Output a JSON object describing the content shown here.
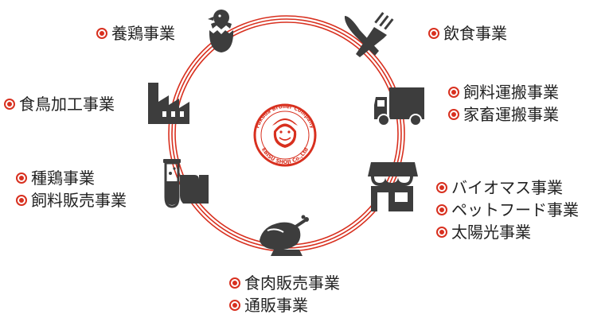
{
  "colors": {
    "accent": "#d8301f",
    "icon": "#3d3d3d"
  },
  "logo": {
    "text_top": "Fukuda Broiler Company",
    "text_bottom": "EBISU SHOJI Co.,Ltd"
  },
  "businesses": {
    "poultry": "養鶏事業",
    "restaurant": "飲食事業",
    "processing": "食鳥加工事業",
    "feed_transport": "飼料運搬事業",
    "livestock_transport": "家畜運搬事業",
    "breeding": "種鶏事業",
    "feed_sales": "飼料販売事業",
    "biomass": "バイオマス事業",
    "pet_food": "ペットフード事業",
    "solar": "太陽光事業",
    "meat_sales": "食肉販売事業",
    "mail_order": "通販事業"
  },
  "icons": [
    "chick-egg-icon",
    "fork-knife-icon",
    "factory-icon",
    "truck-icon",
    "test-tube-icon",
    "shop-icon",
    "roast-chicken-icon"
  ]
}
